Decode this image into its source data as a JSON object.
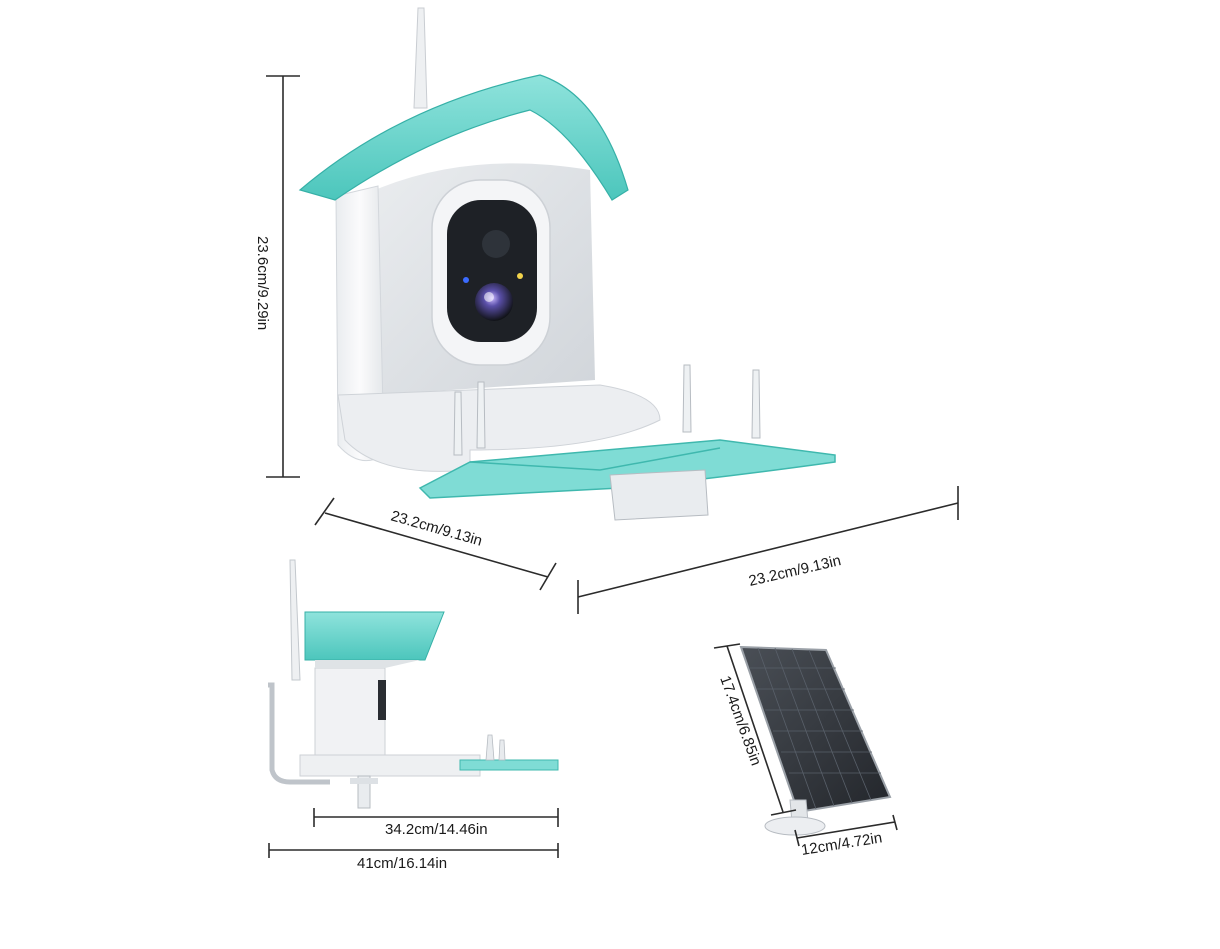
{
  "colors": {
    "roof_teal": "#6fd6cf",
    "roof_teal_dark": "#3ebdb3",
    "body_white": "#f3f4f6",
    "acrylic": "#d9dde2",
    "camera_dark": "#1e2126",
    "solar_panel": "#2d3136",
    "background": "#ffffff"
  },
  "dimensions": {
    "feeder_height": "23.6cm/9.29in",
    "feeder_depth": "23.2cm/9.13in",
    "feeder_width": "23.2cm/9.13in",
    "side_inner_width": "34.2cm/14.46in",
    "side_total_width": "41cm/16.14in",
    "solar_height": "17.4cm/6.85in",
    "solar_width": "12cm/4.72in"
  }
}
